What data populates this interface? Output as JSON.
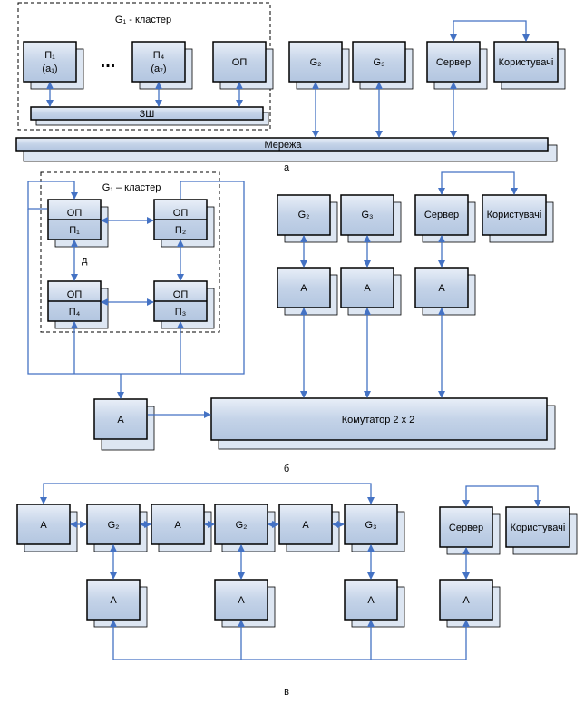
{
  "a": {
    "cluster_title": "G₁ - кластер",
    "p1": "П₁",
    "p1_sub": "(a₁)",
    "p4": "П₄",
    "p4_sub": "(a₇)",
    "ellipsis": "...",
    "op": "ОП",
    "g2": "G₂",
    "g3": "G₃",
    "server": "Сервер",
    "users": "Користувачі",
    "zsh": "ЗШ",
    "network": "Мережа",
    "caption": "а"
  },
  "b": {
    "cluster_title": "G₁ – кластер",
    "op": "ОП",
    "p1": "П₁",
    "p2": "П₂",
    "p3": "П₃",
    "p4": "П₄",
    "d": "д",
    "g2": "G₂",
    "g3": "G₃",
    "server": "Сервер",
    "users": "Користувачі",
    "a": "А",
    "switch": "Комутатор 2 х 2",
    "caption": "б"
  },
  "c": {
    "a": "А",
    "g2": "G₂",
    "g3": "G₃",
    "server": "Сервер",
    "users": "Користувачі",
    "caption": "в"
  },
  "colors": {
    "box_face": "#c9d7ea",
    "box_shadow": "#dde6f2",
    "border": "#000000",
    "arrow": "#4472c4"
  }
}
